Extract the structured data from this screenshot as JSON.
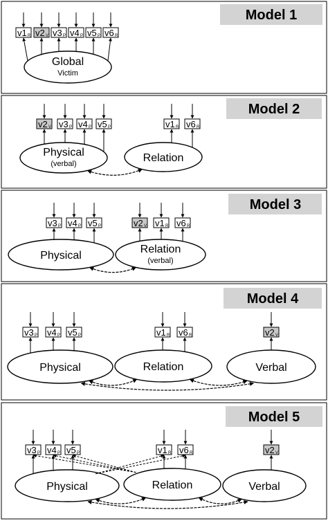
{
  "models": [
    {
      "title": "Model 1",
      "variables": [
        {
          "name": "v1",
          "sub": "R",
          "shaded": false
        },
        {
          "name": "v2",
          "sub": "V",
          "shaded": true
        },
        {
          "name": "v3",
          "sub": "P",
          "shaded": false
        },
        {
          "name": "v4",
          "sub": "P",
          "shaded": false
        },
        {
          "name": "v5",
          "sub": "P",
          "shaded": false
        },
        {
          "name": "v6",
          "sub": "R",
          "shaded": false
        }
      ],
      "factors": [
        {
          "line1": "Global",
          "line2": "Victim"
        }
      ]
    },
    {
      "title": "Model 2",
      "variables": [
        {
          "name": "v2",
          "sub": "V",
          "shaded": true
        },
        {
          "name": "v3",
          "sub": "P",
          "shaded": false
        },
        {
          "name": "v4",
          "sub": "P",
          "shaded": false
        },
        {
          "name": "v5",
          "sub": "P",
          "shaded": false
        },
        {
          "name": "v1",
          "sub": "R",
          "shaded": false
        },
        {
          "name": "v6",
          "sub": "R",
          "shaded": false
        }
      ],
      "factors": [
        {
          "line1": "Physical",
          "line2": "(verbal)"
        },
        {
          "line1": "Relation",
          "line2": ""
        }
      ]
    },
    {
      "title": "Model 3",
      "variables": [
        {
          "name": "v3",
          "sub": "P",
          "shaded": false
        },
        {
          "name": "v4",
          "sub": "P",
          "shaded": false
        },
        {
          "name": "v5",
          "sub": "P",
          "shaded": false
        },
        {
          "name": "v2",
          "sub": "V",
          "shaded": true
        },
        {
          "name": "v1",
          "sub": "R",
          "shaded": false
        },
        {
          "name": "v6",
          "sub": "R",
          "shaded": false
        }
      ],
      "factors": [
        {
          "line1": "Physical",
          "line2": ""
        },
        {
          "line1": "Relation",
          "line2": "(verbal)"
        }
      ]
    },
    {
      "title": "Model 4",
      "variables": [
        {
          "name": "v3",
          "sub": "P",
          "shaded": false
        },
        {
          "name": "v4",
          "sub": "P",
          "shaded": false
        },
        {
          "name": "v5",
          "sub": "P",
          "shaded": false
        },
        {
          "name": "v1",
          "sub": "R",
          "shaded": false
        },
        {
          "name": "v6",
          "sub": "R",
          "shaded": false
        },
        {
          "name": "v2",
          "sub": "V",
          "shaded": true
        }
      ],
      "factors": [
        {
          "line1": "Physical",
          "line2": ""
        },
        {
          "line1": "Relation",
          "line2": ""
        },
        {
          "line1": "Verbal",
          "line2": ""
        }
      ]
    },
    {
      "title": "Model 5",
      "variables": [
        {
          "name": "v3",
          "sub": "P",
          "shaded": false
        },
        {
          "name": "v4",
          "sub": "P",
          "shaded": false
        },
        {
          "name": "v5",
          "sub": "P",
          "shaded": false
        },
        {
          "name": "v1",
          "sub": "R",
          "shaded": false
        },
        {
          "name": "v6",
          "sub": "R",
          "shaded": false
        },
        {
          "name": "v2",
          "sub": "V",
          "shaded": true
        }
      ],
      "factors": [
        {
          "line1": "Physical",
          "line2": ""
        },
        {
          "line1": "Relation",
          "line2": ""
        },
        {
          "line1": "Verbal",
          "line2": ""
        }
      ]
    }
  ]
}
